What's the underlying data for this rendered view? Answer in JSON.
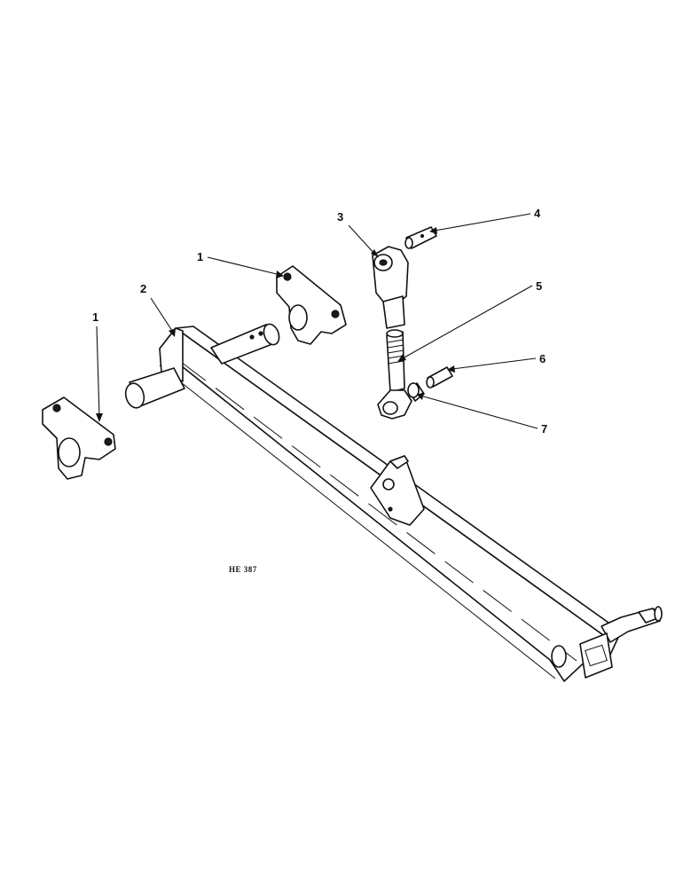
{
  "figure": {
    "code": "HE 387"
  },
  "callouts": [
    {
      "id": "c1a",
      "label": "1"
    },
    {
      "id": "c1b",
      "label": "1"
    },
    {
      "id": "c2",
      "label": "2"
    },
    {
      "id": "c3",
      "label": "3"
    },
    {
      "id": "c4",
      "label": "4"
    },
    {
      "id": "c5",
      "label": "5"
    },
    {
      "id": "c6",
      "label": "6"
    },
    {
      "id": "c7",
      "label": "7"
    }
  ],
  "colors": {
    "ink": "#111111",
    "paper": "#ffffff"
  }
}
